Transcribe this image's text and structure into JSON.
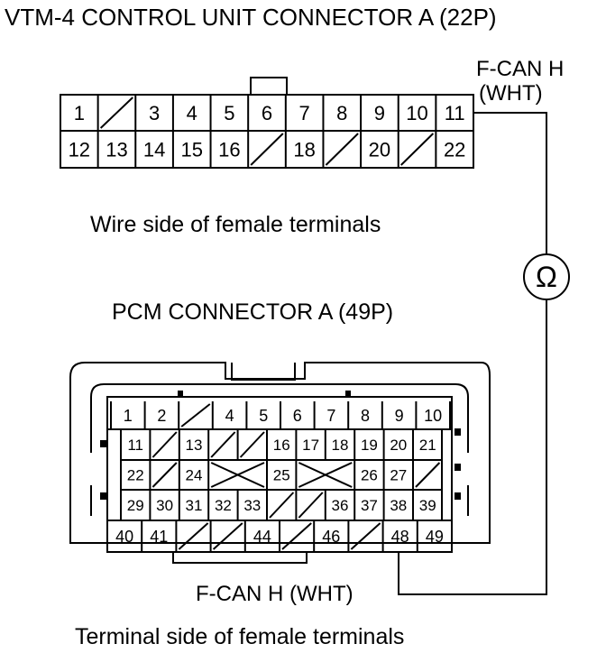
{
  "vtm_connector": {
    "title": "VTM-4 CONTROL UNIT CONNECTOR A (22P)",
    "caption": "Wire side of female terminals",
    "row1": [
      "1",
      "",
      "3",
      "4",
      "5",
      "6",
      "7",
      "8",
      "9",
      "10",
      "11"
    ],
    "row2": [
      "12",
      "13",
      "14",
      "15",
      "16",
      "",
      "18",
      "",
      "20",
      "",
      "22"
    ]
  },
  "pcm_connector": {
    "title": "PCM CONNECTOR A (49P)",
    "caption": "Terminal side of female terminals",
    "row1": [
      "1",
      "2",
      "",
      "4",
      "5",
      "6",
      "7",
      "8",
      "9",
      "10"
    ],
    "row2": [
      "11",
      "",
      "13",
      "",
      "",
      "16",
      "17",
      "18",
      "19",
      "20",
      "21"
    ],
    "row3": [
      "22",
      "",
      "24",
      "",
      "25",
      "",
      "26",
      "27",
      ""
    ],
    "row4": [
      "29",
      "30",
      "31",
      "32",
      "33",
      "",
      "",
      "36",
      "37",
      "38",
      "39"
    ],
    "row5": [
      "40",
      "41",
      "",
      "",
      "44",
      "",
      "46",
      "",
      "48",
      "49"
    ]
  },
  "wire_top": {
    "line1": "F-CAN H",
    "line2": "(WHT)"
  },
  "wire_bottom": {
    "label": "F-CAN H (WHT)"
  },
  "meter": {
    "symbol": "Ω"
  }
}
